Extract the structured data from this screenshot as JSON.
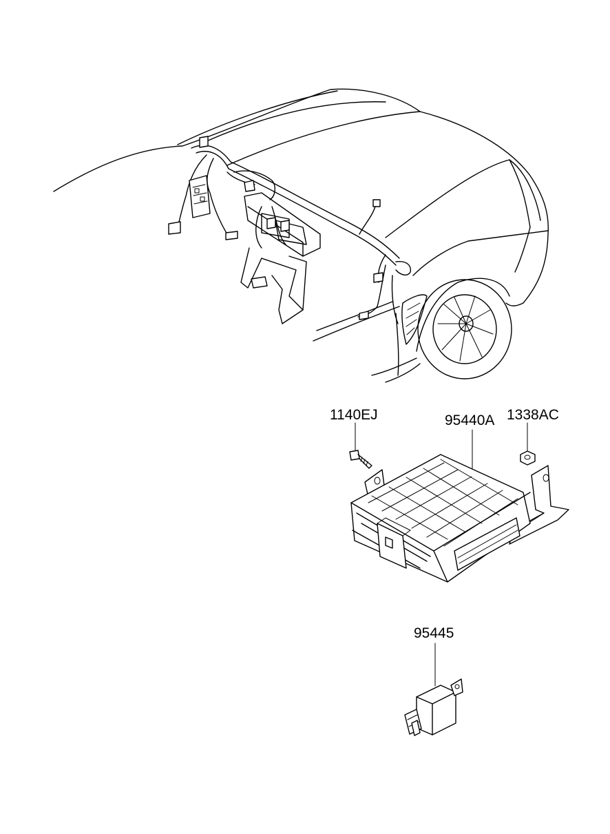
{
  "parts": [
    {
      "id": "bolt",
      "number": "1140EJ"
    },
    {
      "id": "ecu",
      "number": "95440A"
    },
    {
      "id": "nut",
      "number": "1338AC"
    },
    {
      "id": "relay",
      "number": "95445"
    }
  ],
  "colors": {
    "line": "#000000",
    "background": "#ffffff"
  }
}
